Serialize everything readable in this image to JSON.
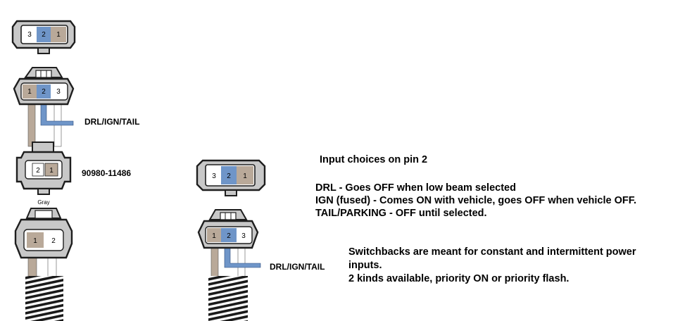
{
  "colors": {
    "tan": "#b9a999",
    "blue": "#6f95c8",
    "housing": "#c8c8c8",
    "outline": "#1e1e1e",
    "wire": "#b9a999",
    "wire_blue": "#6f95c8"
  },
  "left_diagram": {
    "connector_top": {
      "pins": [
        "3",
        "2",
        "1"
      ]
    },
    "connector_second": {
      "pins": [
        "1",
        "2",
        "3"
      ]
    },
    "callout_drl": "DRL/IGN/TAIL",
    "connector_mid": {
      "pins": [
        "2",
        "1"
      ]
    },
    "part_number": "90980-11486",
    "color_label": "Gray",
    "connector_bottom": {
      "pins": [
        "1",
        "2"
      ]
    }
  },
  "right_diagram": {
    "connector_top": {
      "pins": [
        "3",
        "2",
        "1"
      ]
    },
    "connector_second": {
      "pins": [
        "1",
        "2",
        "3"
      ]
    },
    "callout_drl": "DRL/IGN/TAIL"
  },
  "text": {
    "heading": "Input choices on pin 2",
    "drl_line": "DRL - Goes OFF when low beam selected",
    "ign_line": "IGN (fused) - Comes ON with vehicle, goes OFF when vehicle OFF.",
    "tail_line": "TAIL/PARKING - OFF until selected.",
    "switch_line1": "Switchbacks are meant for constant and intermittent power",
    "switch_line2": "inputs.",
    "switch_line3": "2 kinds available, priority ON or priority flash."
  }
}
